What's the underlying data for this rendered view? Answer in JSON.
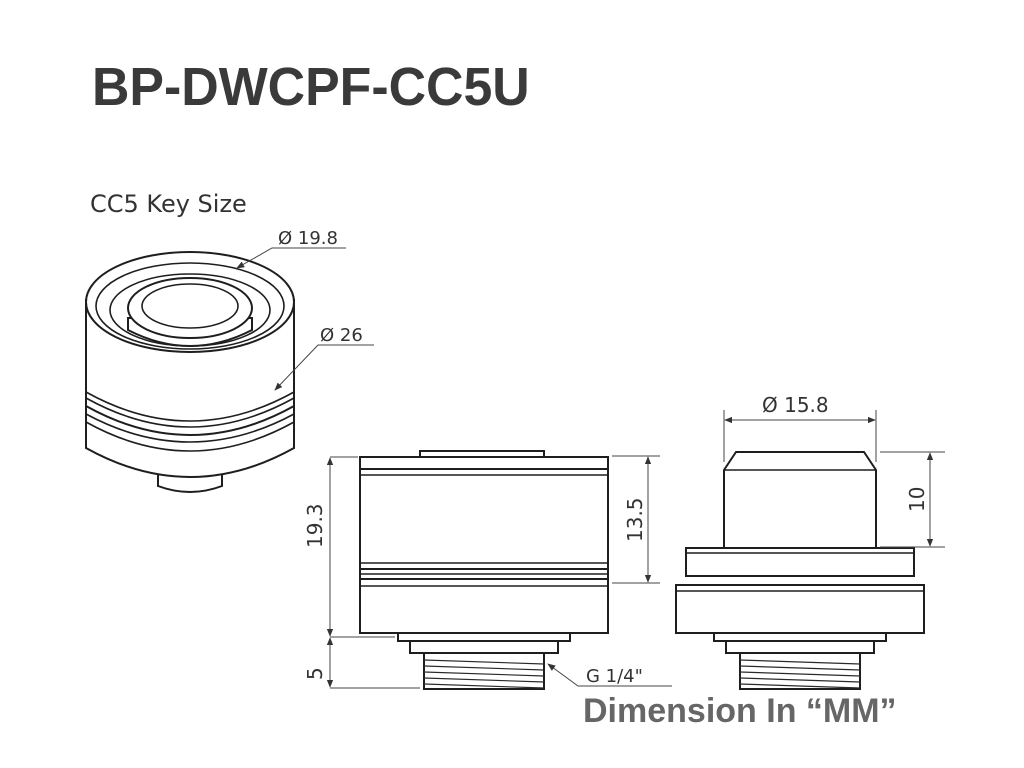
{
  "title": "BP-DWCPF-CC5U",
  "subtitle": "CC5 Key Size",
  "footer": "Dimension In “MM”",
  "dimensions": {
    "inner_diameter": "Ø 19.8",
    "outer_diameter": "Ø 26",
    "total_height": "19.3",
    "body_height": "13.5",
    "thread_length": "5",
    "thread_size": "G 1/4\"",
    "cap_diameter": "Ø 15.8",
    "cap_height": "10"
  }
}
